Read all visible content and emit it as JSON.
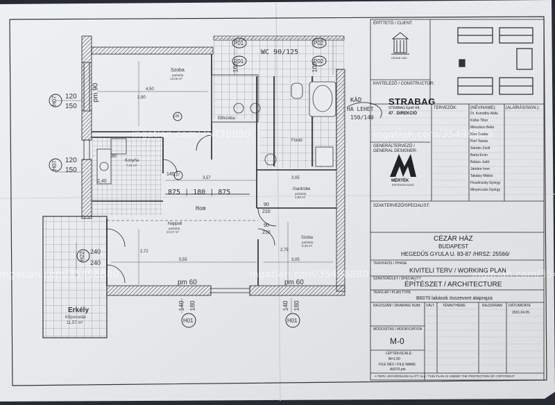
{
  "watermark": "ingatlan.com/35498880",
  "rooms": {
    "szoba1_name": "Szoba",
    "szoba1_floor": "parketta",
    "szoba1_area": "13,05 m²",
    "eloszoba": "Előszoba",
    "konyha_name": "Konyha",
    "konyha_area": "7,51 m²",
    "gardrobe_name": "Gardrobe",
    "gardrobe_floor": "parketta",
    "gardrobe_area": "4,88 m²",
    "nappali_name": "Nappali",
    "nappali_floor": "parketta",
    "nappali_area": "24,57 m²",
    "szoba2_name": "Szoba",
    "szoba2_floor": "parketta",
    "szoba2_area": "8,39 m²",
    "erkely_name": "Erkély",
    "erkely_floor": "Kőporcelán",
    "erkely_area": "11,57 m²",
    "furdo": "Fürdő"
  },
  "dims": {
    "d120": "120",
    "d150": "150",
    "pm90": "pm 90",
    "pm60": "pm 60",
    "d140": "140",
    "d180": "180",
    "d240": "240",
    "d450": "4,50",
    "d357": "3,57",
    "d305": "3,05",
    "d555": "5,55",
    "d272": "2,72",
    "d275": "2,75",
    "d290": "2,90",
    "d90": "90",
    "d210": "210",
    "d30": "30",
    "d145": "145",
    "d240b": "2,40",
    "d100": "100"
  },
  "markers": {
    "h07": "H07",
    "h01": "H01",
    "h22": "H22",
    "p01": "P01",
    "p02": "P02",
    "l06": "L06",
    "l07": "L07"
  },
  "handwriting": {
    "wc": "WC 90/125",
    "kad1": "KÁD",
    "kad2": "HA LEHET",
    "kad3": "150/140",
    "row": "875 | 180 | 875",
    "hom": "Hom"
  },
  "titleblock": {
    "epitteto": "ÉPÍTTETŐ / CLIENT:",
    "client_logo_text": "CEZAR HÁZ",
    "kivitelezo": "KIVITELEZŐ / CONSTRUCTOR:",
    "strabag": "STRABAG",
    "strabag_sub": "STRABAG Építő Kft.",
    "strabag_dir": "47 . DIREKCIÓ",
    "tervezok_header": "TERVEZŐK:",
    "nevname_header": "(NÉV/NAME):",
    "alairas_header": "(ALÁÍRÁS/SIGN.):",
    "generaltervezo": "GENERÁLTERVEZŐ / GENERAL DESIGNER:",
    "mertek": "MÉRTÉK",
    "mertek_sub": "ÉPÍTÉSZSTÚDIÓ",
    "names": [
      "Dr. Komáthy Attila",
      "Kolbe Tibor",
      "Mészáros Bella",
      "Kiss Csaba",
      "Pert Tamás",
      "Sándor Zsolt",
      "Barta Ervin",
      "Balázs Judit",
      "Jámbor Imre",
      "Takátsy Miklós",
      "Hrustinszky György",
      "Minyerczán György"
    ],
    "szaktervezo": "SZAKTERVEZŐ/SPECIALIST:",
    "project_name": "CÉZÁR HÁZ",
    "project_city": "BUDAPEST",
    "project_addr": "HEGEDŰS GYULA U. 83-87 /HRSZ: 25566/",
    "phase_label": "TERVFÁZIS / PHASE",
    "phase": "KIVITELI TERV / WORKING PLAN",
    "sector_label": "SZAKTERÜLET / SPECIALITY",
    "sector": "ÉPÍTÉSZET / ARCHITECTURE",
    "plantype_label": "TERVLAP / PLAN TYPE",
    "plantype": "B6070  lakások összevont alaprajza",
    "drawno_label": "RAJZSZÁM / DRAWING NUM:",
    "valt": "VÁLT.",
    "tema": "TÉMA/THEME",
    "rajz": "RAJZ/DRAW",
    "datum": "DÁTUM/DATE",
    "date": "2001.04.05.",
    "mod_label": "MÓDOSÍTÁS / MODIFICATION",
    "mod": "M-0",
    "scale_label": "LÉPTÉK/SCALE:",
    "scale": "M=1:50",
    "file_label": "FILE NÉV / FILE NAME:",
    "file": "A6070.pln",
    "footer": "A TERV JOGVÉDELEM ALATT ÁLL / THIS PLAN IS UNDER THE PROTECTION OF COPYRIGHT"
  }
}
